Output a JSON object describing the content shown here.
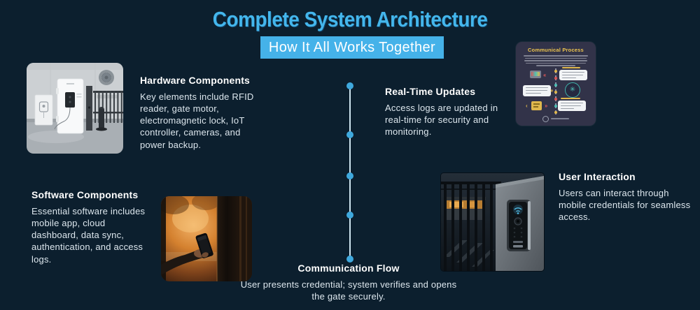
{
  "header": {
    "title": "Complete System Architecture",
    "subtitle": "How It All Works Together"
  },
  "sections": {
    "hardware": {
      "heading": "Hardware Components",
      "body": "Key elements include RFID reader, gate motor, electromagnetic lock, IoT controller, cameras, and power backup."
    },
    "software": {
      "heading": "Software Components",
      "body": "Essential software includes mobile app, cloud dashboard, data sync, authentication, and access logs."
    },
    "realtime": {
      "heading": "Real-Time Updates",
      "body": "Access logs are updated in real-time for security and monitoring."
    },
    "user": {
      "heading": "User Interaction",
      "body": "Users can interact through mobile credentials for seamless access."
    },
    "communication": {
      "heading": "Communication Flow",
      "body": "User presents credential; system verifies and opens the gate securely."
    }
  },
  "inset": {
    "title": "Communical Process"
  },
  "timeline": {
    "dot_count": 5
  },
  "colors": {
    "background": "#0c1f2e",
    "title_blue": "#44b6ec",
    "subtitle_bg": "#45b2e9",
    "heading_text": "#ffffff",
    "body_text": "#dde7ee",
    "timeline_dot": "#3fa9de",
    "timeline_line": "#cfe4ef",
    "inset_bg": "#323349",
    "inset_title": "#ecc44f"
  }
}
